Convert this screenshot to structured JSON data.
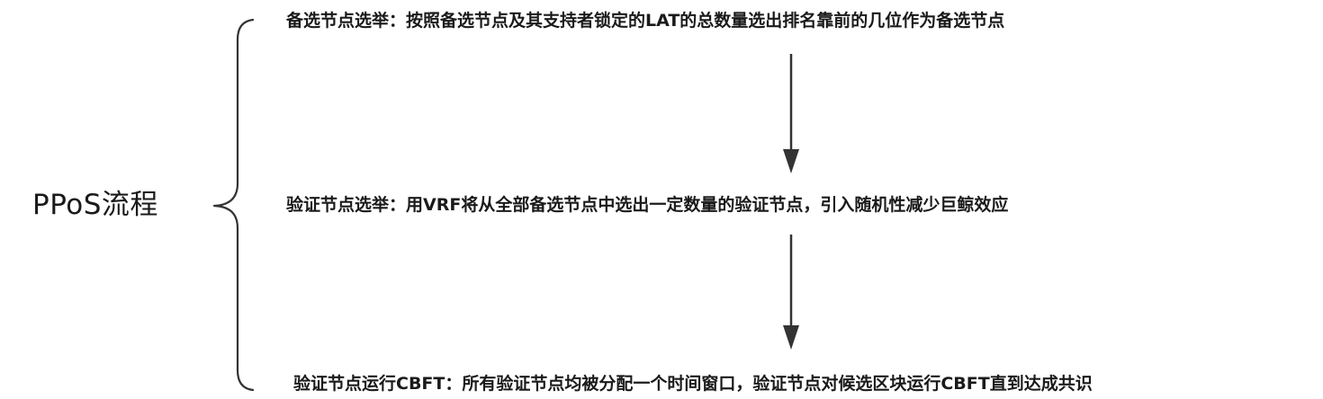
{
  "root": {
    "label": "PPoS流程"
  },
  "steps": [
    {
      "text": "备选节点选举：按照备选节点及其支持者锁定的LAT的总数量选出排名靠前的几位作为备选节点"
    },
    {
      "text": "验证节点选举：用VRF将从全部备选节点中选出一定数量的验证节点，引入随机性减少巨鲸效应"
    },
    {
      "text": "验证节点运行CBFT：所有验证节点均被分配一个时间窗口，验证节点对候选区块运行CBFT直到达成共识"
    }
  ],
  "colors": {
    "text": "#1a1a1a",
    "stroke": "#333333",
    "background": "#ffffff"
  }
}
